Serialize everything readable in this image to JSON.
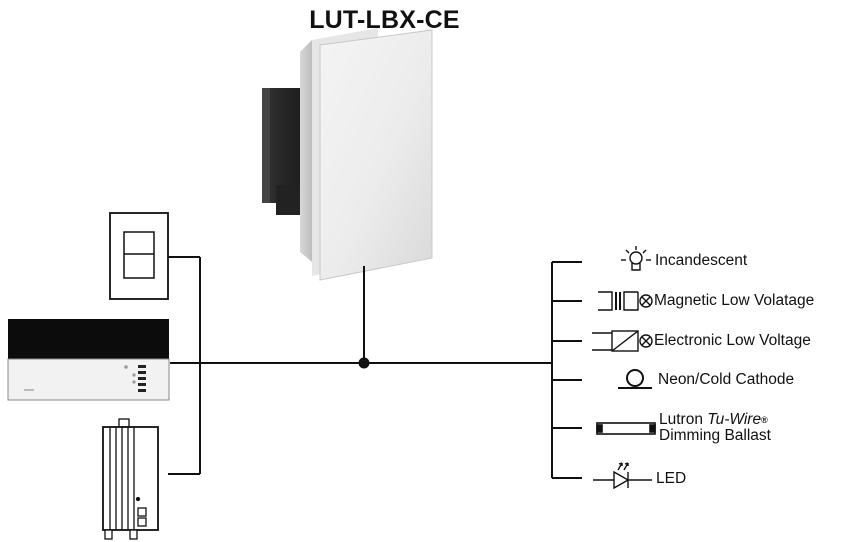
{
  "title": "LUT-LBX-CE",
  "loads": [
    {
      "label": "Incandescent",
      "icon": "lightbulb-icon"
    },
    {
      "label": "Magnetic Low Volatage",
      "icon": "magnetic-transformer-icon"
    },
    {
      "label": "Electronic Low Voltage",
      "icon": "electronic-transformer-icon"
    },
    {
      "label": "Neon/Cold Cathode",
      "icon": "neon-tube-icon"
    },
    {
      "label_part1": "Lutron ",
      "label_italic": "Tu-Wire",
      "label_mark": "®",
      "label_line2": "Dimming Ballast",
      "icon": "fluorescent-ballast-icon"
    },
    {
      "label": "LED",
      "icon": "led-icon"
    }
  ],
  "controls": [
    {
      "name": "wall-control",
      "icon": "wallbox-dimmer-icon"
    },
    {
      "name": "tabletop-control",
      "icon": "tabletop-controller-icon"
    },
    {
      "name": "power-module",
      "icon": "power-module-icon"
    }
  ]
}
